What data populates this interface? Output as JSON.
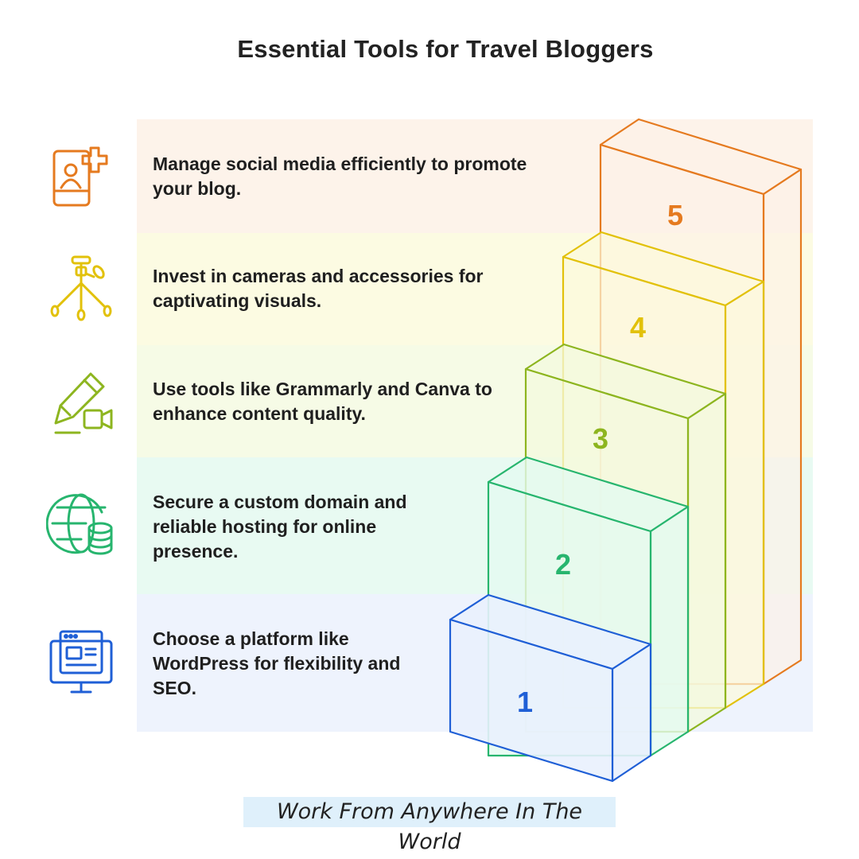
{
  "title": "Essential Tools for Travel Bloggers",
  "steps": [
    {
      "number": "1",
      "text": "Choose a platform like WordPress for flexibility and SEO.",
      "icon": "website-icon",
      "color": "#1f5fd6",
      "bg": "#edf3fd"
    },
    {
      "number": "2",
      "text": "Secure a custom domain and reliable hosting for online presence.",
      "icon": "globe-database-icon",
      "color": "#27b56e",
      "bg": "#e6faf1"
    },
    {
      "number": "3",
      "text": "Use tools like Grammarly and Canva to enhance content quality.",
      "icon": "pen-video-icon",
      "color": "#8db51f",
      "bg": "#f5fbe3"
    },
    {
      "number": "4",
      "text": "Invest in cameras and accessories for captivating visuals.",
      "icon": "tripod-icon",
      "color": "#e2c10a",
      "bg": "#fcfbe2"
    },
    {
      "number": "5",
      "text": "Manage social media efficiently to promote your blog.",
      "icon": "add-user-profile-icon",
      "color": "#e57a1f",
      "bg": "#fdf3ea"
    }
  ],
  "footer": "Work From Anywhere In The World"
}
